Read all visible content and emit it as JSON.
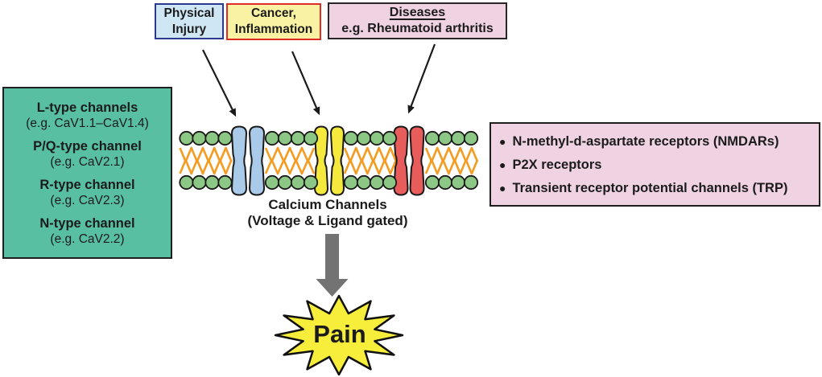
{
  "causes": {
    "physical_injury": {
      "line1": "Physical",
      "line2": "Injury"
    },
    "cancer_inflammation": {
      "line1": "Cancer,",
      "line2": "Inflammation"
    },
    "diseases": {
      "title": "Diseases",
      "subtitle": "e.g. Rheumatoid arthritis"
    }
  },
  "channel_types": {
    "items": [
      {
        "name": "L-type channels",
        "example": "(e.g. CaV1.1–CaV1.4)"
      },
      {
        "name": "P/Q-type channel",
        "example": "(e.g. CaV2.1)"
      },
      {
        "name": "R-type channel",
        "example": "(e.g. CaV2.3)"
      },
      {
        "name": "N-type channel",
        "example": "(e.g. CaV2.2)"
      }
    ]
  },
  "receptors": {
    "bullet_glyph": "●",
    "items": [
      {
        "label": "N-methyl-d-aspartate receptors (NMDARs)"
      },
      {
        "label": "P2X receptors"
      },
      {
        "label": "Transient receptor potential channels (TRP)"
      }
    ]
  },
  "membrane_label": {
    "line1": "Calcium Channels",
    "line2": "(Voltage & Ligand gated)"
  },
  "outcome": {
    "label": "Pain"
  },
  "colors": {
    "physical_injury_fill": "#cfe7f4",
    "physical_injury_border": "#2b3a8f",
    "cancer_fill": "#f8f2a2",
    "cancer_border": "#df2b27",
    "diseases_fill": "#f0d3e3",
    "channel_types_fill": "#58bfa3",
    "receptors_fill": "#f0d3e3",
    "panel_border": "#1f1f1f",
    "lipid_head": "#8cc785",
    "lipid_tail": "#f59b20",
    "channel_blue": "#a9cae8",
    "channel_yellow": "#f6e93d",
    "channel_red": "#e95c5c",
    "pain_fill": "#f7ee3b",
    "arrow_gray": "#737373",
    "arrow_black": "#1a1a1a",
    "outline": "#1a1a1a"
  }
}
